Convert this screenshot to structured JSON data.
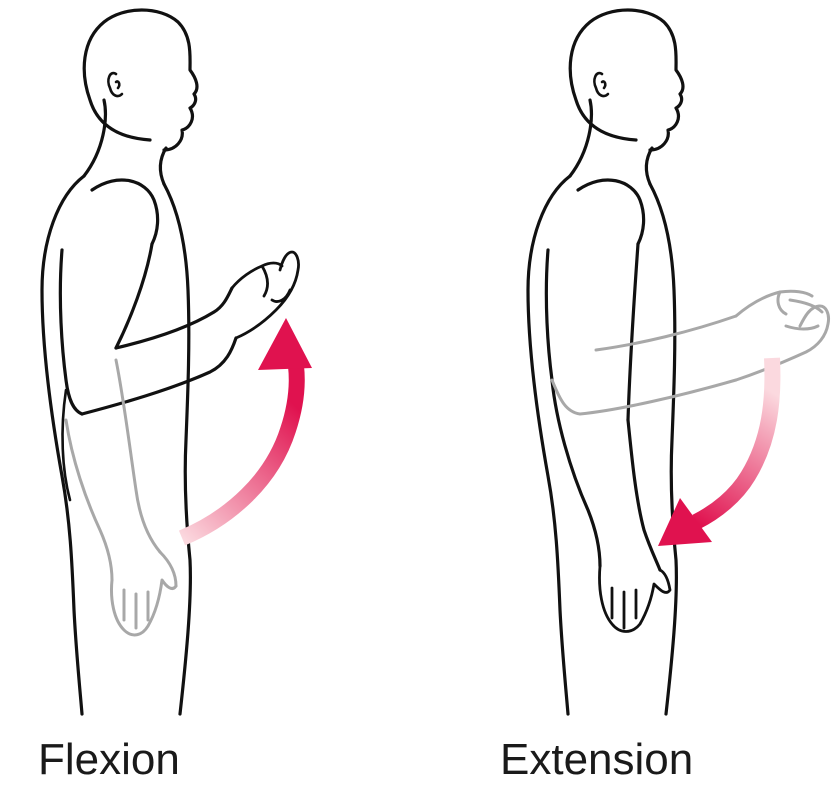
{
  "panels": [
    {
      "id": "flexion",
      "label": "Flexion",
      "motion": "forearm raised upward at the elbow",
      "arrow_direction": "up"
    },
    {
      "id": "extension",
      "label": "Extension",
      "motion": "forearm lowered downward at the elbow",
      "arrow_direction": "down"
    }
  ],
  "colors": {
    "outline": "#111111",
    "ghost_limb": "#a8a8a8",
    "arrow_head": "#e0124f",
    "arrow_tail": "#f7c7cf",
    "background": "#ffffff"
  }
}
